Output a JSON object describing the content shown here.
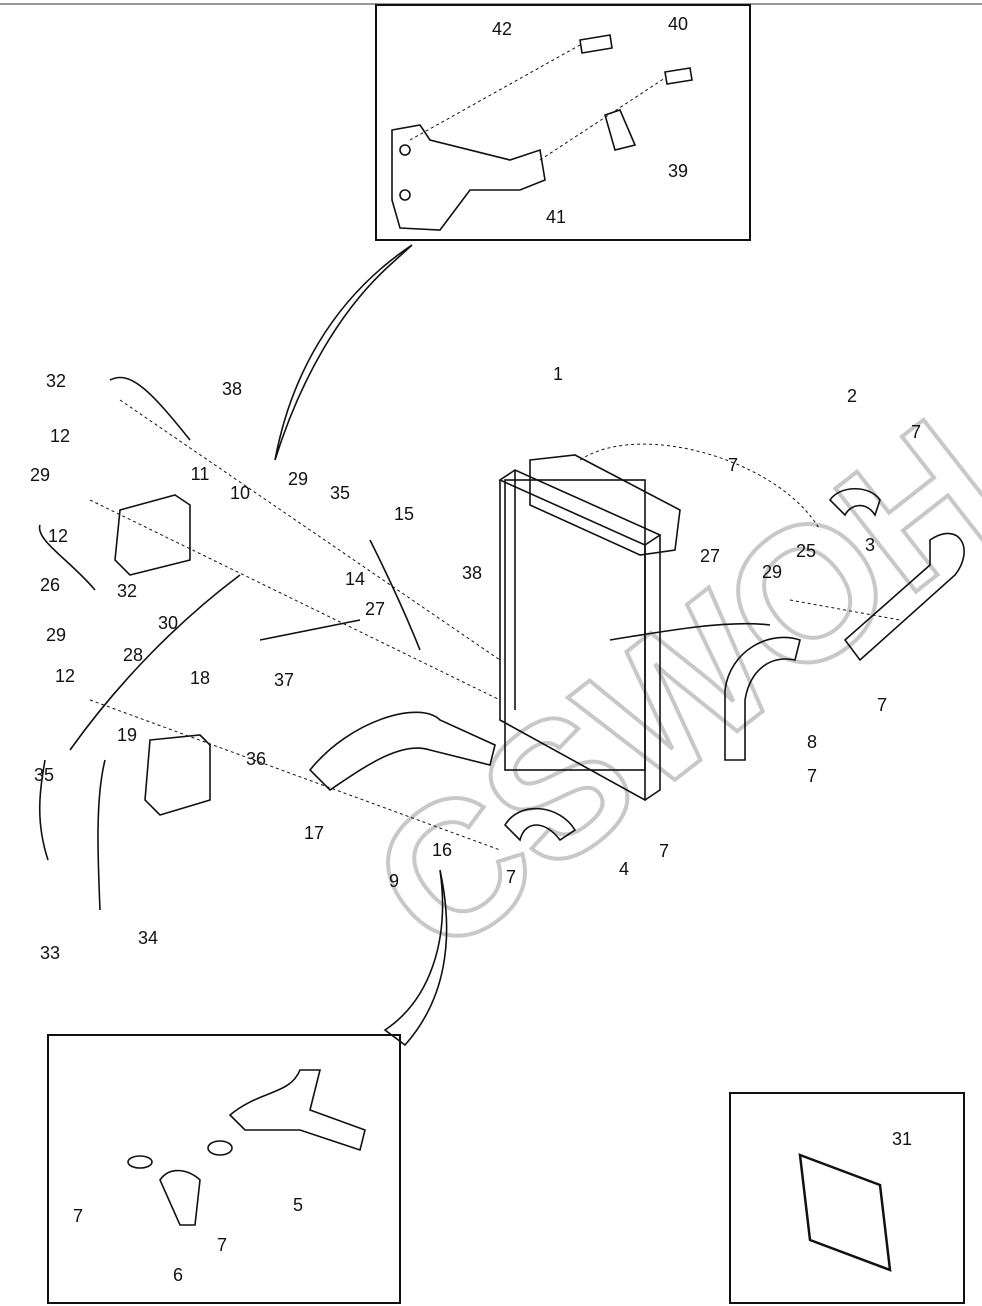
{
  "watermark": "CSWOH",
  "callouts": [
    "42",
    "40",
    "39",
    "41",
    "32",
    "38",
    "1",
    "2",
    "7",
    "12",
    "11",
    "29",
    "10",
    "29",
    "35",
    "7",
    "3",
    "15",
    "12",
    "26",
    "32",
    "14",
    "27",
    "38",
    "27",
    "25",
    "29",
    "30",
    "29",
    "28",
    "12",
    "18",
    "37",
    "7",
    "19",
    "36",
    "8",
    "7",
    "35",
    "17",
    "16",
    "9",
    "7",
    "4",
    "7",
    "33",
    "34",
    "31",
    "7",
    "5",
    "7",
    "6"
  ],
  "insets": [
    "bracket-detail",
    "hose-detail",
    "seal-detail"
  ],
  "colors": {
    "line": "#111111",
    "watermark": "#c8c8c8"
  }
}
